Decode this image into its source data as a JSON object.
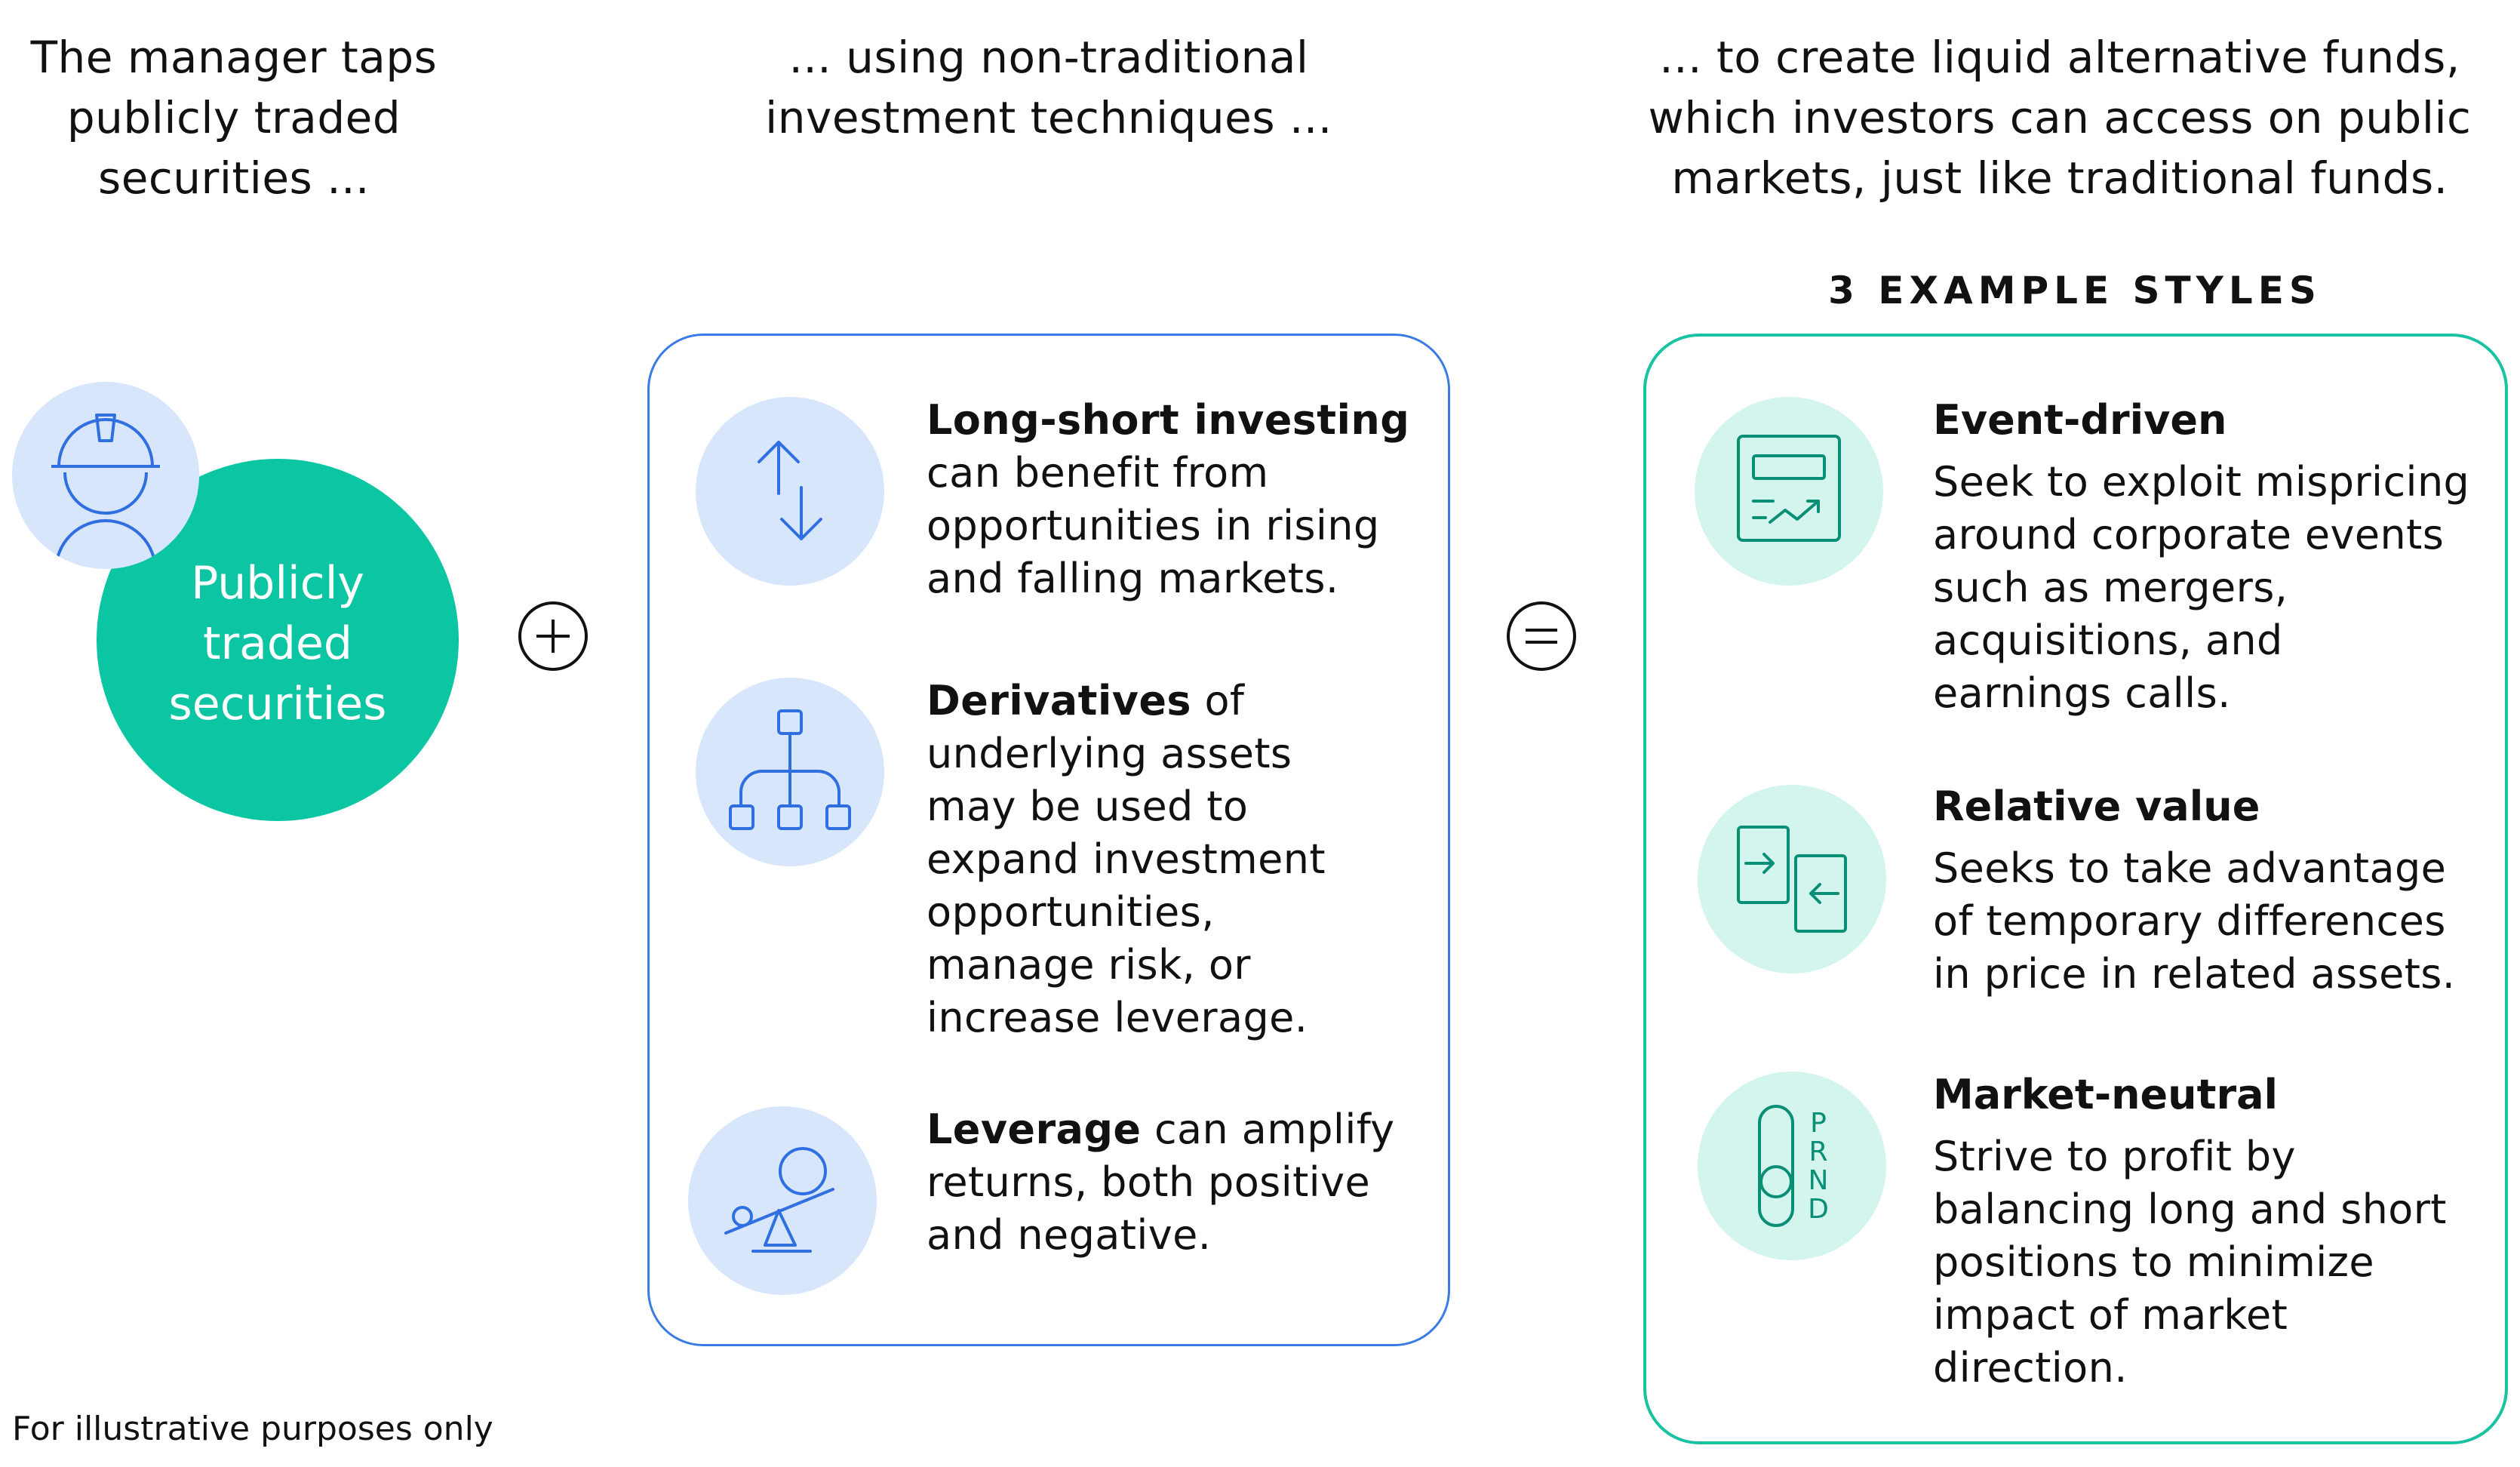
{
  "headings": {
    "left": [
      "The manager taps",
      "publicly traded",
      "securities ..."
    ],
    "middle": [
      "... using non-traditional",
      "investment techniques ..."
    ],
    "right": [
      "... to create liquid alternative funds,",
      "which investors can access on public",
      "markets, just like traditional funds."
    ]
  },
  "manager": {
    "circle_label": [
      "Publicly",
      "traded",
      "securities"
    ]
  },
  "operators": {
    "plus": "+",
    "equals": "="
  },
  "techniques": [
    {
      "icon": "up-down-arrows-icon",
      "bold": "Long-short investing",
      "lines": [
        "can benefit from",
        "opportunities in rising",
        "and falling markets."
      ]
    },
    {
      "icon": "hierarchy-icon",
      "bold": "Derivatives",
      "first_line_rest": " of",
      "lines": [
        "underlying assets",
        "may be used to",
        "expand investment",
        "opportunities,",
        "manage risk, or",
        "increase leverage."
      ]
    },
    {
      "icon": "seesaw-lever-icon",
      "bold": "Leverage",
      "first_line_rest": " can amplify",
      "lines": [
        "returns, both positive",
        "and negative."
      ]
    }
  ],
  "styles_title": "3 EXAMPLE STYLES",
  "styles": [
    {
      "icon": "document-chart-icon",
      "title": "Event-driven",
      "lines": [
        "Seek to exploit mispricing",
        "around corporate events",
        "such as mergers,",
        "acquisitions, and",
        "earnings calls."
      ]
    },
    {
      "icon": "exchange-arrows-icon",
      "title": "Relative value",
      "lines": [
        "Seeks to take advantage",
        "of temporary differences",
        "in price in related assets."
      ]
    },
    {
      "icon": "gear-shifter-icon",
      "title": "Market-neutral",
      "lines": [
        "Strive to profit by",
        "balancing long and short",
        "positions to minimize",
        "impact of market",
        "direction."
      ],
      "gear_letters": [
        "P",
        "R",
        "N",
        "D"
      ]
    }
  ],
  "footnote": "For illustrative purposes only",
  "colors": {
    "teal": "#0cc6a3",
    "teal_light": "#d4f4ee",
    "teal_dark": "#0a8f77",
    "blue_light": "#d8e6fb",
    "blue_line": "#2f6fe0",
    "blue_border": "#3a7be6",
    "teal_border": "#19c2a0"
  }
}
